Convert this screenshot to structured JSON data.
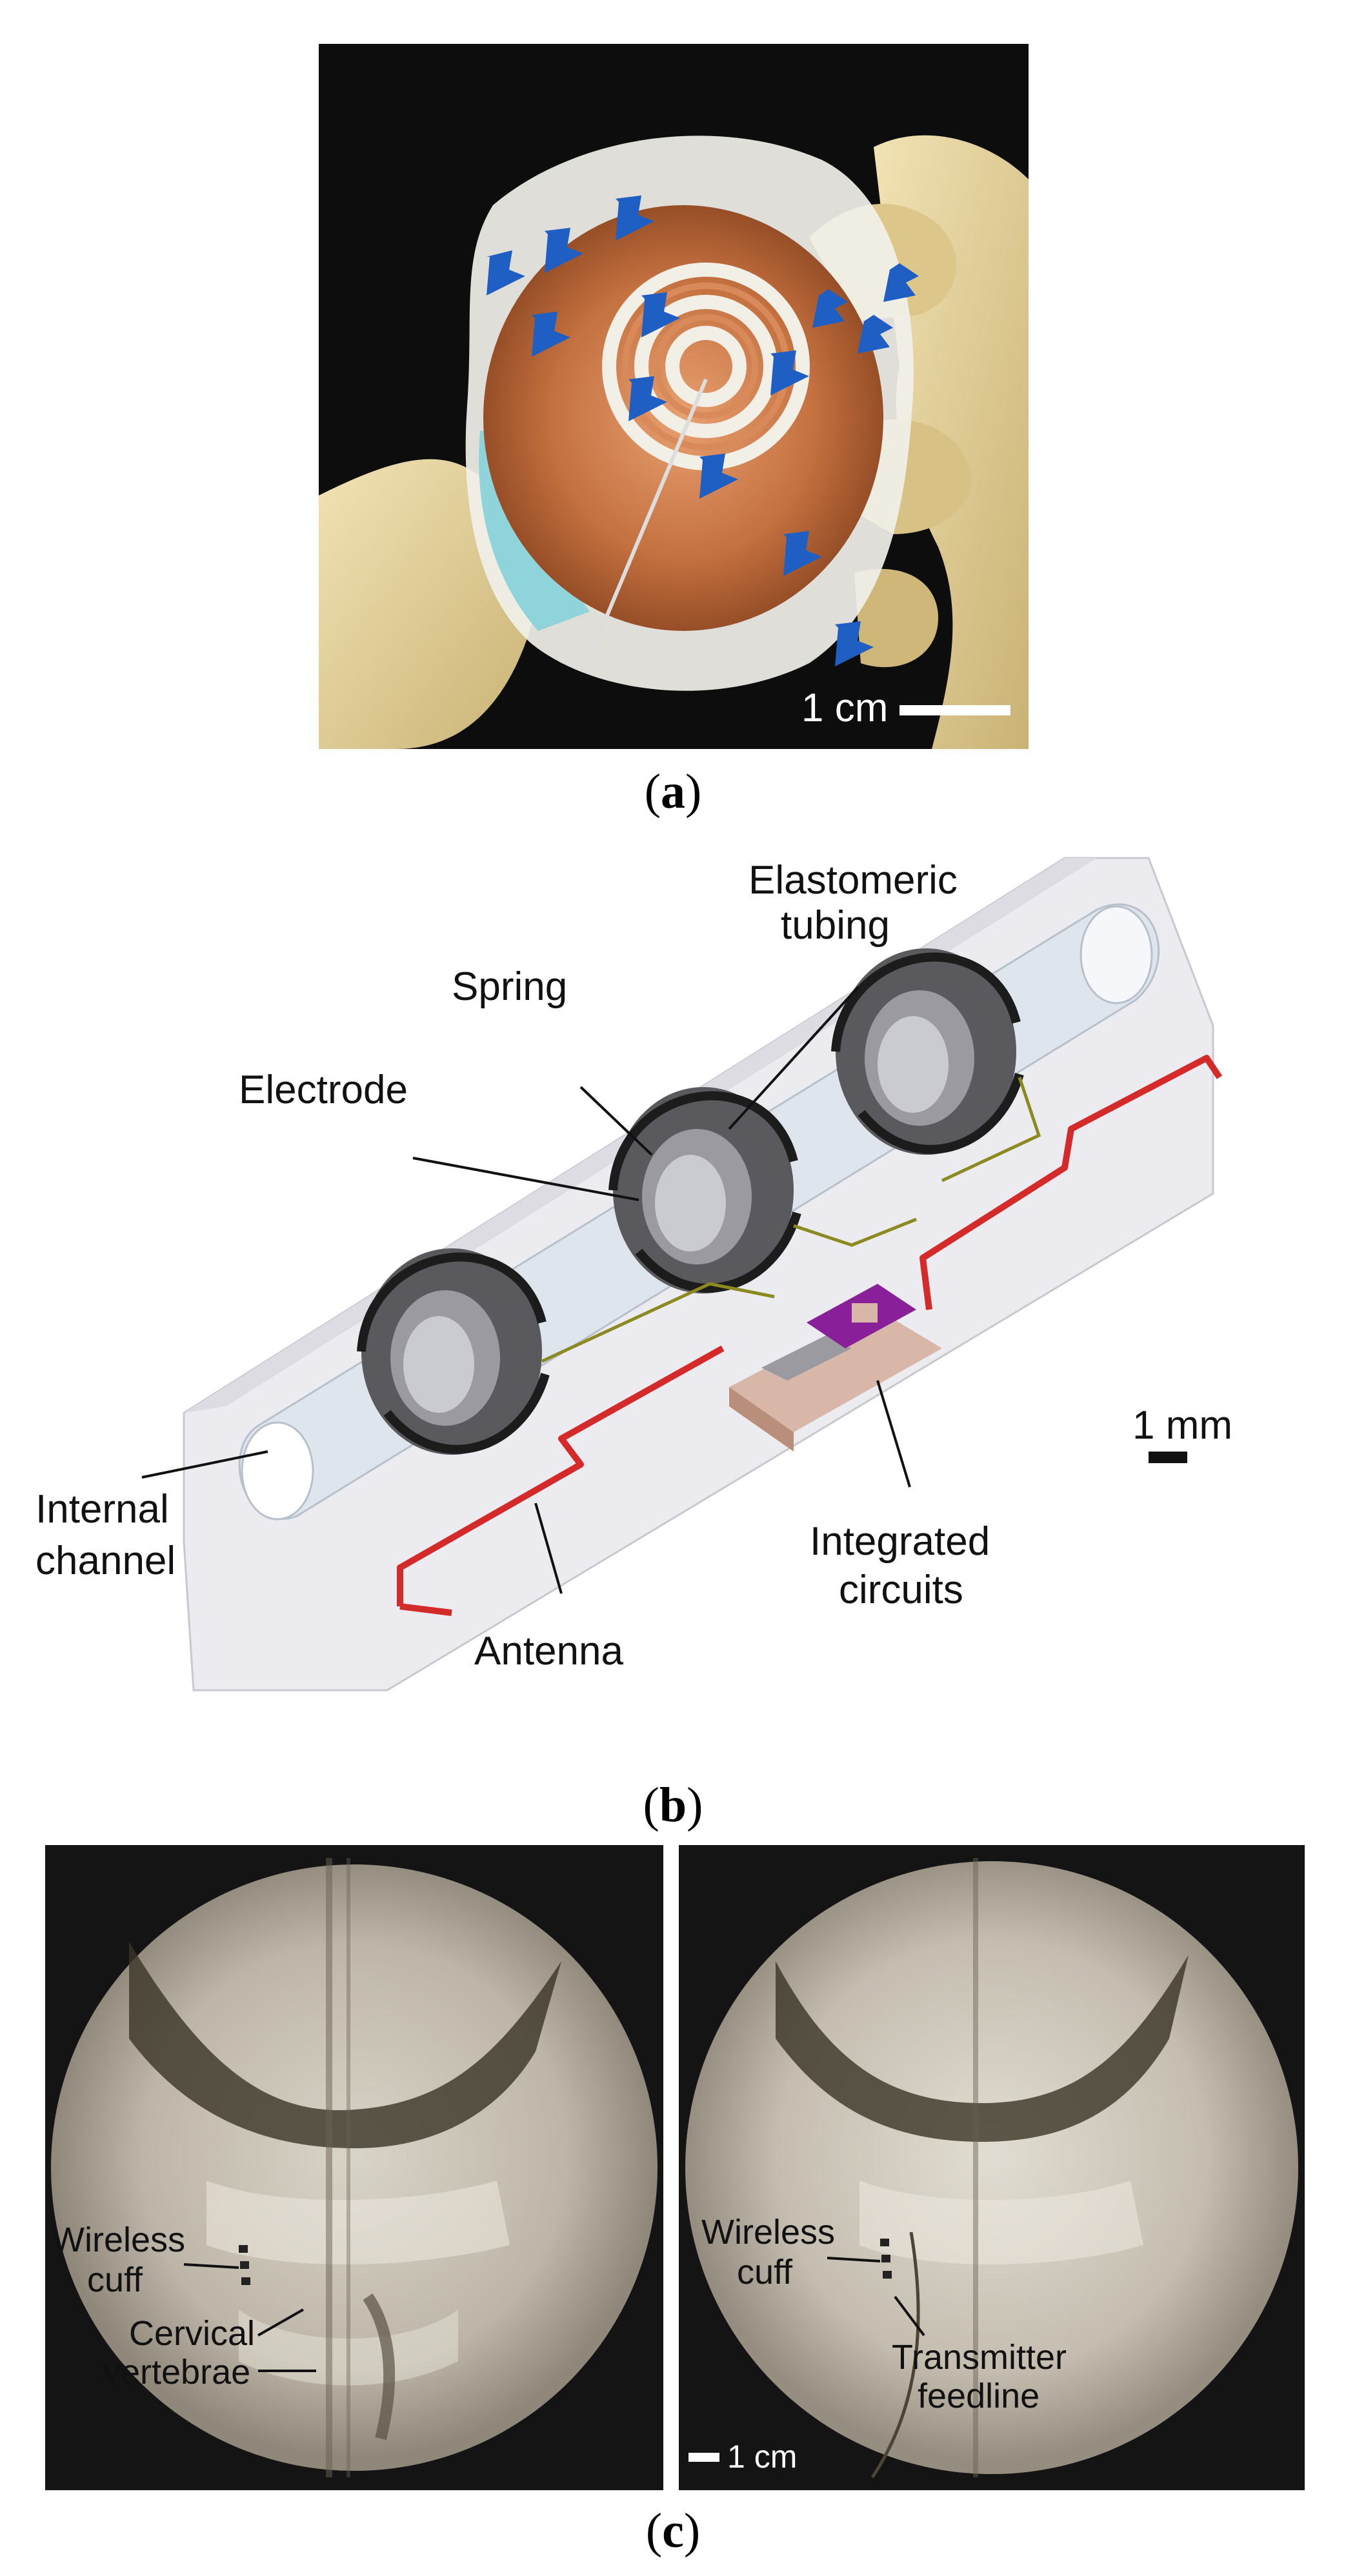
{
  "panel_a": {
    "scale_label": "1 cm",
    "caption": {
      "open": "(",
      "letter": "a",
      "close": ")"
    }
  },
  "panel_b": {
    "labels": {
      "elastomeric_tubing_line1": "Elastomeric",
      "elastomeric_tubing_line2": "tubing",
      "spring": "Spring",
      "electrode": "Electrode",
      "scale": "1 mm",
      "internal_channel_line1": "Internal",
      "internal_channel_line2": "channel",
      "integrated_circuits_line1": "Integrated",
      "integrated_circuits_line2": "circuits",
      "antenna": "Antenna"
    },
    "caption": {
      "open": "(",
      "letter": "b",
      "close": ")"
    }
  },
  "panel_c": {
    "left": {
      "wireless_cuff_line1": "Wireless",
      "wireless_cuff_line2": "cuff",
      "cervical_line1": "Cervical",
      "cervical_line2": "vertebrae"
    },
    "right": {
      "wireless_cuff_line1": "Wireless",
      "wireless_cuff_line2": "cuff",
      "transmitter_line1": "Transmitter",
      "transmitter_line2": "feedline",
      "scale_label": "1 cm"
    },
    "caption": {
      "open": "(",
      "letter": "c",
      "close": ")"
    }
  },
  "colors": {
    "copper": "#c4703f",
    "arrow_blue": "#1f5fc4",
    "glove": "#e8d49a",
    "antenna_red": "#d42a2a",
    "chip_purple": "#8a1f9a"
  }
}
